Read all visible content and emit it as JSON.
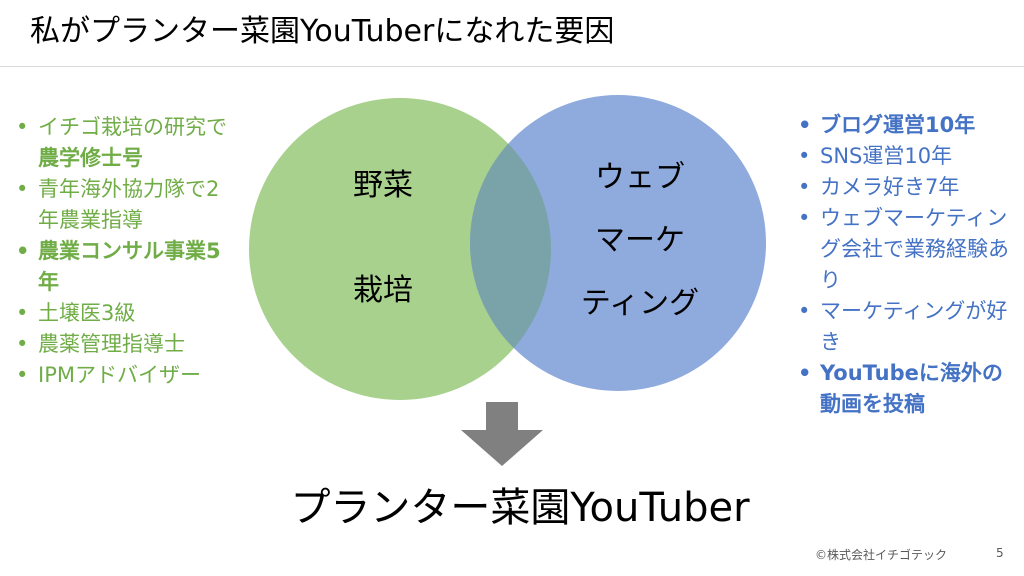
{
  "slide": {
    "title": "私がプランター菜園YouTuberになれた要因",
    "conclusion": "プランター菜園YouTuber",
    "footer": "©株式会社イチゴテック",
    "page_number": "5"
  },
  "venn": {
    "left_line1": "野菜",
    "left_line2": "栽培",
    "right_line1": "ウェブ",
    "right_line2": "マーケ",
    "right_line3": "ティング",
    "left_color": "#a9d18e",
    "right_color": "#8faadc"
  },
  "left_list": {
    "item1_text": "イチゴ栽培の研究で",
    "item1_bold": "農学修士号",
    "item2": "青年海外協力隊で2年農業指導",
    "item3": "農業コンサル事業5年",
    "item4": "土壌医3級",
    "item5": "農薬管理指導士",
    "item6": "IPMアドバイザー",
    "color": "#70ad47"
  },
  "right_list": {
    "item1": "ブログ運営10年",
    "item2": "SNS運営10年",
    "item3": "カメラ好き7年",
    "item4": "ウェブマーケティング会社で業務経験あり",
    "item5": "マーケティングが好き",
    "item6": "YouTubeに海外の動画を投稿",
    "color": "#4472c4"
  },
  "arrow_color": "#808080"
}
